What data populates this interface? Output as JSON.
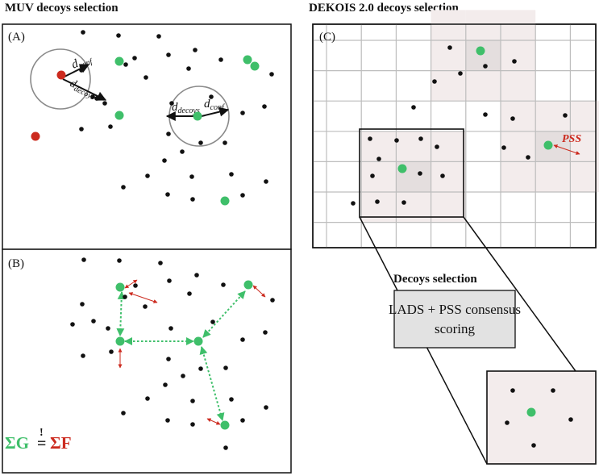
{
  "titles": {
    "muv": "MUV decoys selection",
    "dekois": "DEKOIS 2.0 decoys selection"
  },
  "panels": {
    "a": "(A)",
    "b": "(B)",
    "c": "(C)"
  },
  "labels": {
    "d_conf_base": "d",
    "d_conf_sub": "conf",
    "d_decoys_base": "d",
    "d_decoys_sub": "decoys",
    "pss": "PSS",
    "sigma_g": "ΣG",
    "equals": "=",
    "bang": "!",
    "sigma_f": "ΣF",
    "decoys_selection": "Decoys selection",
    "lads_line1": "LADS + PSS consensus",
    "lads_line2": "scoring"
  },
  "colors": {
    "green": "#3fbf6a",
    "red": "#cc2a1e",
    "black": "#111111",
    "cell_light": "#f3ecec",
    "cell_mid": "#e4dede",
    "box_fill": "#e2e2e2",
    "grid": "#bdbdbd"
  }
}
